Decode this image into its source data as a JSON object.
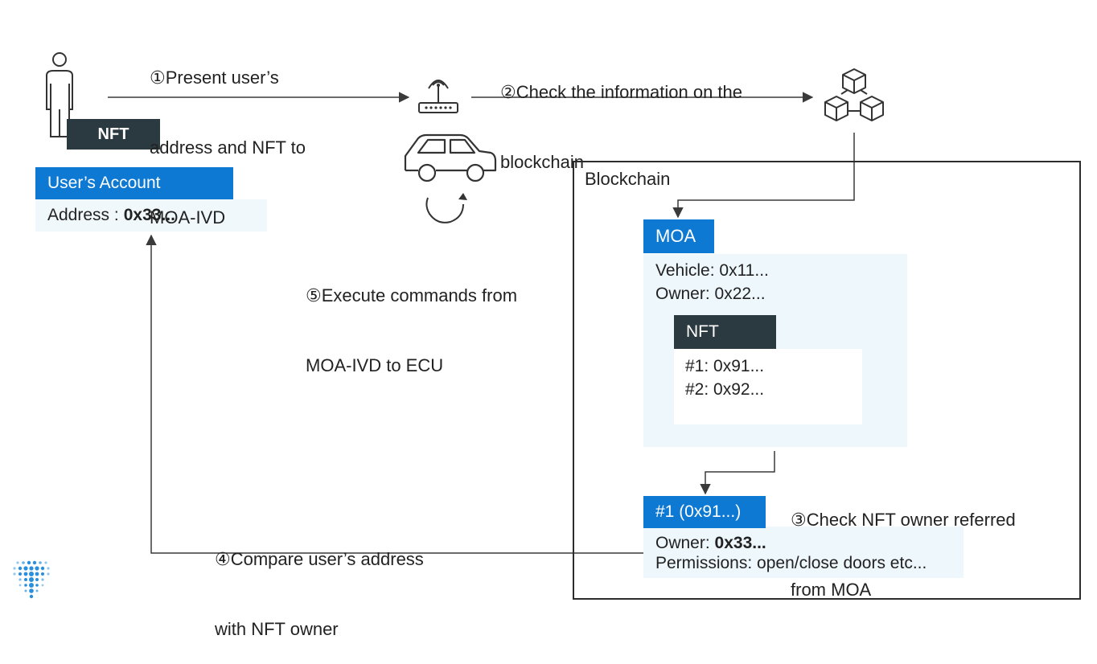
{
  "user_card": {
    "nft_tag": "NFT",
    "account_title": "User’s Account",
    "address_label": "Address :",
    "address_value": "0x33..."
  },
  "steps": {
    "step1": [
      "①Present user’s",
      "address and NFT to",
      "MOA-IVD"
    ],
    "step2": [
      "②Check the information on the",
      "blockchain"
    ],
    "step3": [
      "③Check NFT owner referred",
      "from MOA"
    ],
    "step4": [
      "④Compare user’s address",
      "with NFT owner"
    ],
    "step5": [
      "⑤Execute commands from",
      "MOA-IVD to ECU"
    ]
  },
  "blockchain": {
    "title": "Blockchain",
    "moa": {
      "title": "MOA",
      "vehicle": "Vehicle: 0x11...",
      "owner": "Owner: 0x22...",
      "nft": {
        "title": "NFT",
        "items": [
          "#1: 0x91...",
          "#2: 0x92..."
        ]
      }
    },
    "token": {
      "title": "#1 (0x91...)",
      "owner_label": "Owner:",
      "owner_value": "0x33...",
      "permissions": "Permissions: open/close doors etc..."
    }
  },
  "icons": [
    "person-icon",
    "router-icon",
    "car-icon",
    "rotate-icon",
    "blockchain-cubes-icon",
    "logo-icon"
  ],
  "colors": {
    "accent_blue": "#0d79d3",
    "dark_slate": "#2b3940",
    "panel_tint": "#eef7fc",
    "line": "#3a3a3a"
  }
}
